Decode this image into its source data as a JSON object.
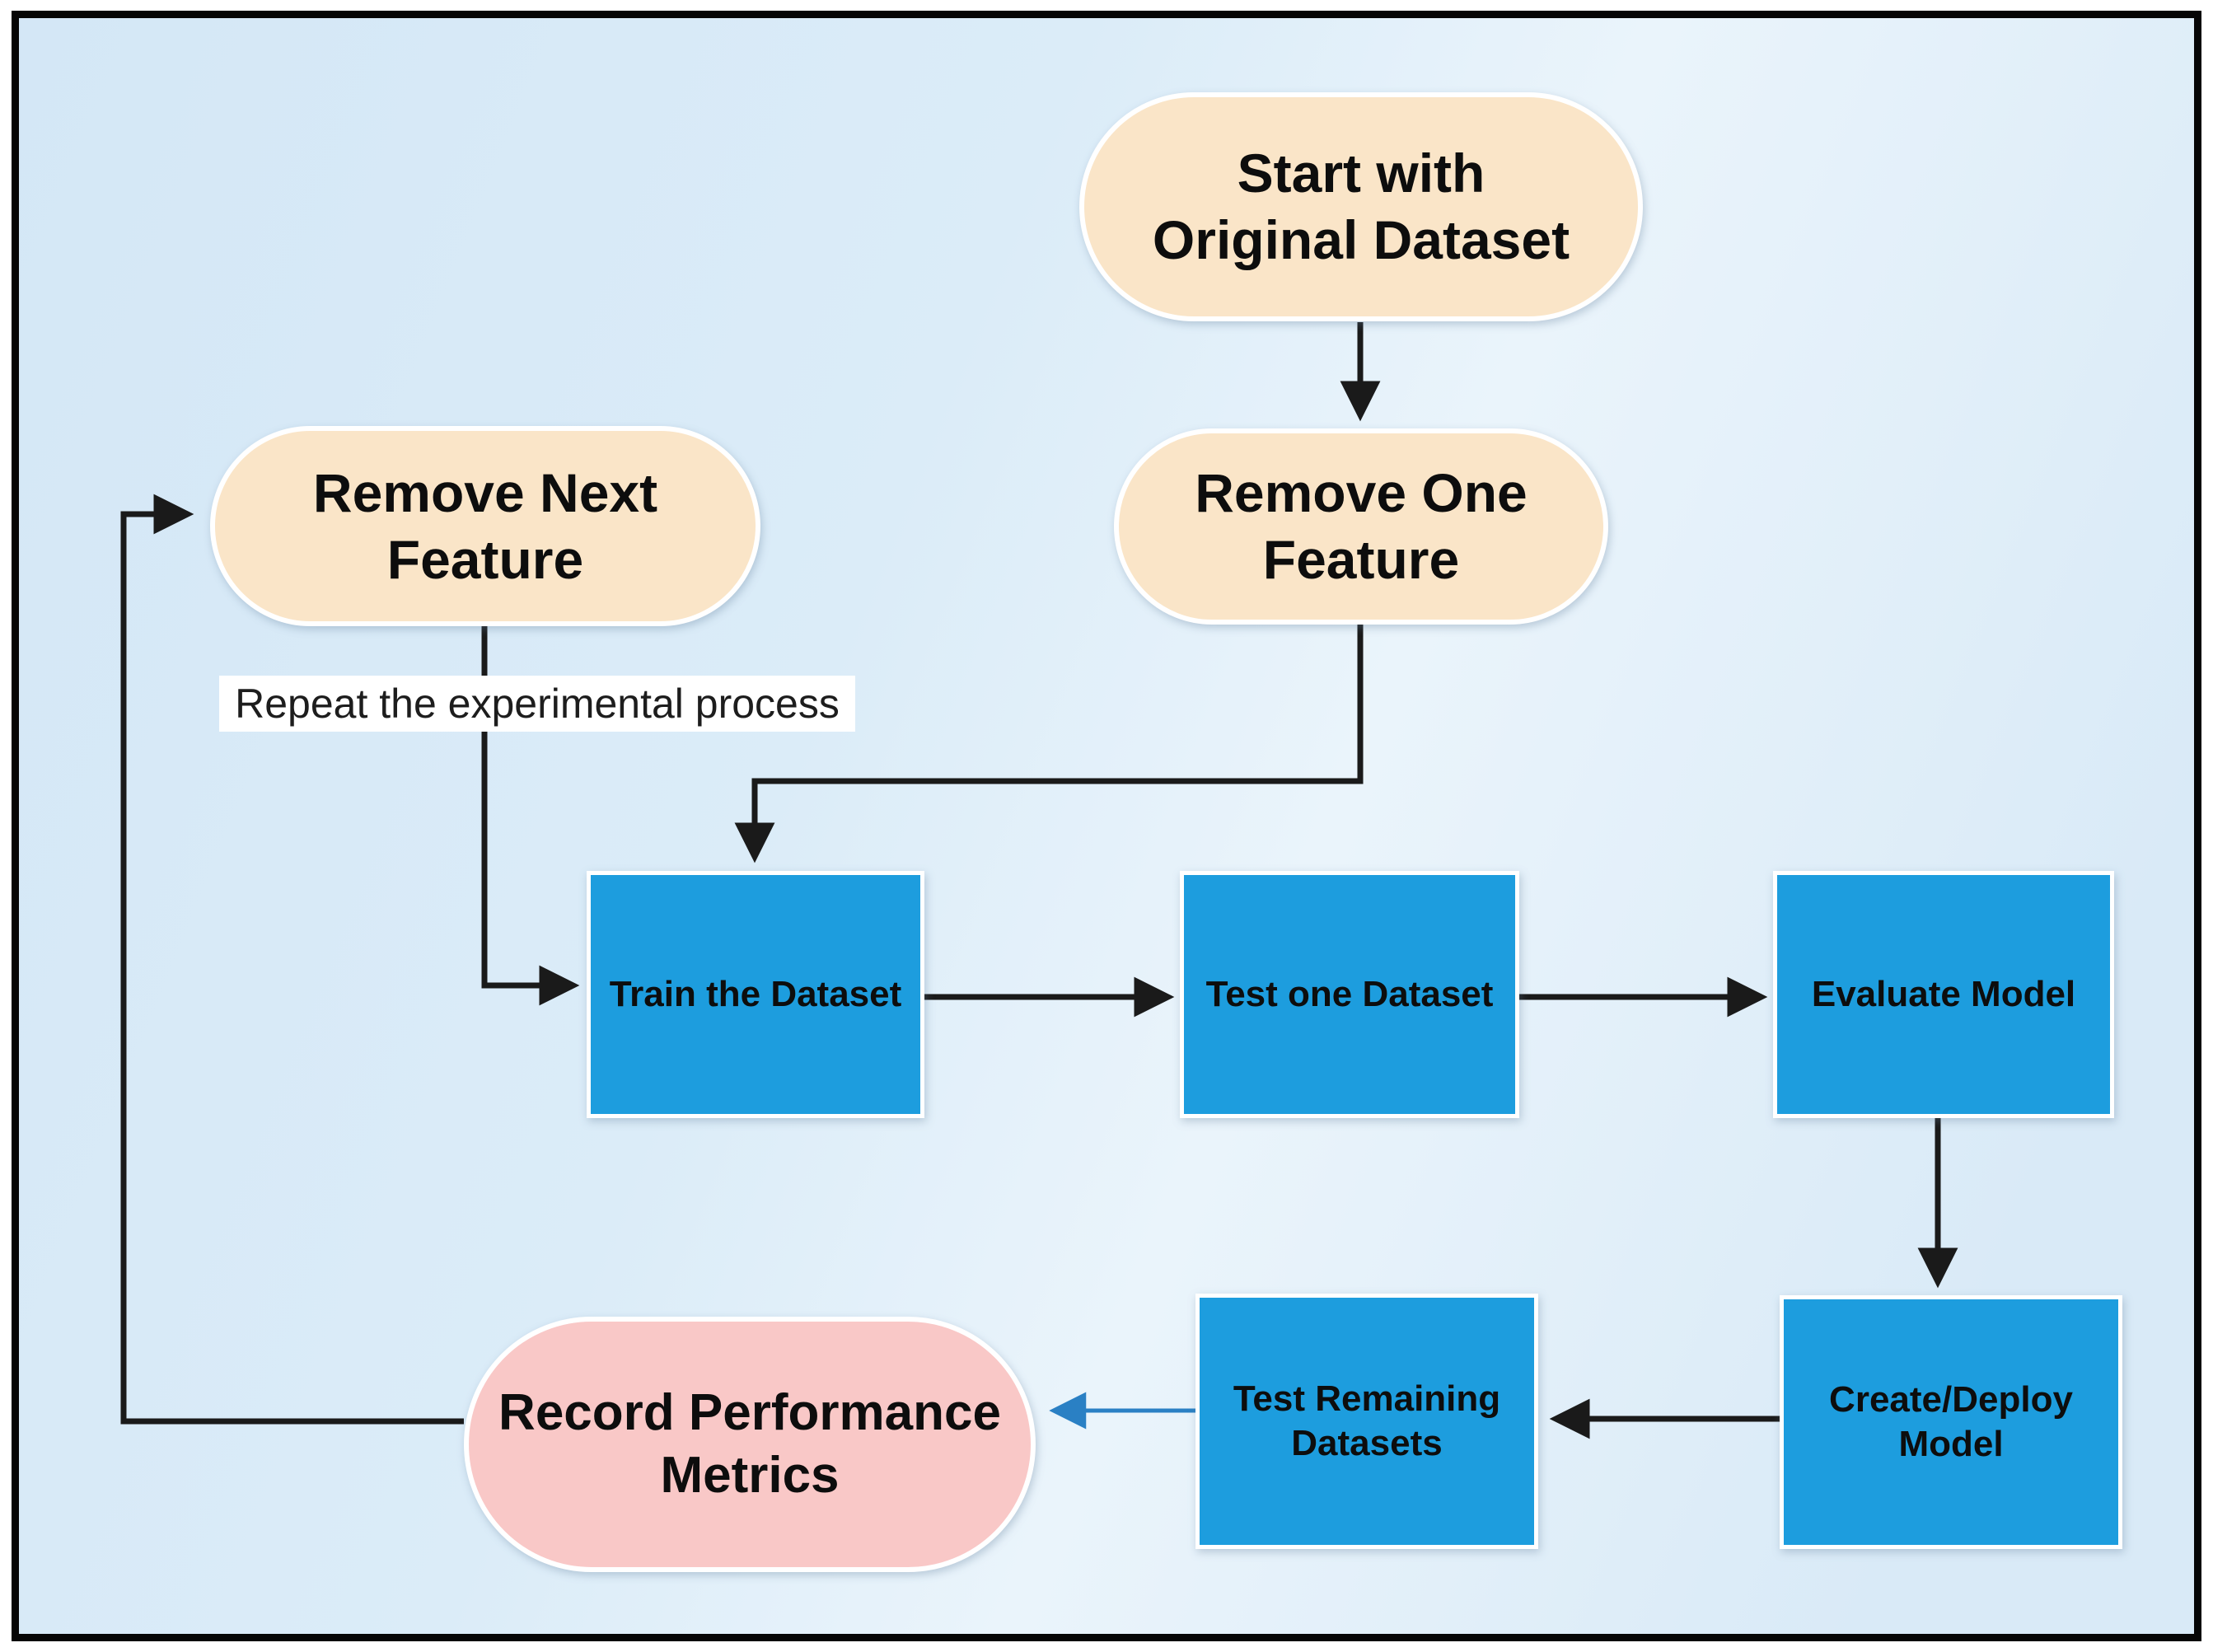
{
  "diagram": {
    "title_hint": "Feature-removal experiment loop flowchart",
    "annotation": "Repeat the experimental process",
    "nodes": [
      {
        "id": "start",
        "type": "terminator",
        "label": "Start with\nOriginal Dataset"
      },
      {
        "id": "remove-one",
        "type": "terminator",
        "label": "Remove One\nFeature"
      },
      {
        "id": "remove-next",
        "type": "terminator",
        "label": "Remove Next\nFeature"
      },
      {
        "id": "train",
        "type": "process",
        "label": "Train the Dataset"
      },
      {
        "id": "test-one",
        "type": "process",
        "label": "Test one Dataset"
      },
      {
        "id": "evaluate",
        "type": "process",
        "label": "Evaluate Model"
      },
      {
        "id": "create-deploy",
        "type": "process",
        "label": "Create/Deploy\nModel"
      },
      {
        "id": "test-remaining",
        "type": "process",
        "label": "Test Remaining\nDatasets"
      },
      {
        "id": "record",
        "type": "result",
        "label": "Record Performance\nMetrics"
      }
    ],
    "edges": [
      {
        "from": "start",
        "to": "remove-one",
        "color": "black"
      },
      {
        "from": "remove-one",
        "to": "train",
        "color": "black"
      },
      {
        "from": "remove-next",
        "to": "train",
        "color": "black"
      },
      {
        "from": "train",
        "to": "test-one",
        "color": "black"
      },
      {
        "from": "test-one",
        "to": "evaluate",
        "color": "black"
      },
      {
        "from": "evaluate",
        "to": "create-deploy",
        "color": "black"
      },
      {
        "from": "create-deploy",
        "to": "test-remaining",
        "color": "black"
      },
      {
        "from": "test-remaining",
        "to": "record",
        "color": "blue"
      },
      {
        "from": "record",
        "to": "remove-next",
        "color": "black",
        "note": "loop back, passes under annotation"
      }
    ],
    "colors": {
      "canvas_background": "#ffffff",
      "diagram_background": "#d9eaf7",
      "frame_border": "#060606",
      "terminator_fill": "#fae5c8",
      "process_fill": "#1d9dde",
      "result_fill": "#f9c8c7",
      "node_outline": "#ffffff",
      "arrow_black": "#1a1a1a",
      "arrow_blue": "#2a80c4",
      "text": "#0d0d0d",
      "annotation_background": "#ffffff"
    }
  }
}
